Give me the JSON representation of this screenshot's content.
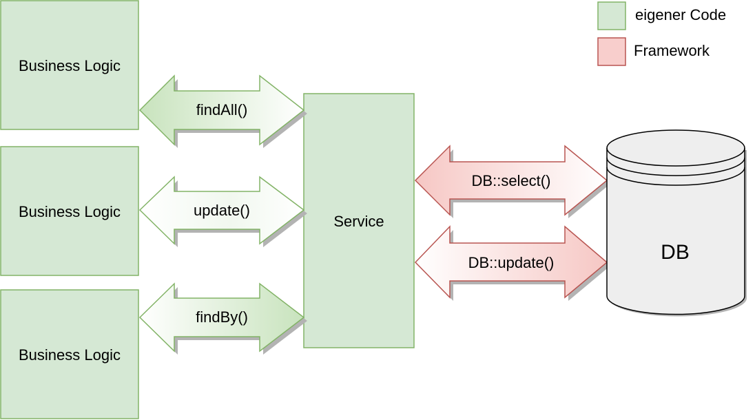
{
  "legend": {
    "own_code": {
      "label": "eigener Code",
      "fill": "#d5e8d4",
      "stroke": "#82b366"
    },
    "framework": {
      "label": "Framework",
      "fill": "#f8cecc",
      "stroke": "#b85450"
    }
  },
  "business_logic": [
    {
      "label": "Business Logic"
    },
    {
      "label": "Business Logic"
    },
    {
      "label": "Business Logic"
    }
  ],
  "service": {
    "label": "Service"
  },
  "database": {
    "label": "DB"
  },
  "calls": {
    "find_all": {
      "label": "findAll()"
    },
    "update": {
      "label": "update()"
    },
    "find_by": {
      "label": "findBy()"
    },
    "db_select": {
      "label": "DB::select()"
    },
    "db_update": {
      "label": "DB::update()"
    }
  },
  "colors": {
    "green_fill": "#d5e8d4",
    "green_stroke": "#82b366",
    "red_fill": "#f8cecc",
    "red_stroke": "#b85450",
    "db_fill": "#eeeeee",
    "db_stroke": "#000000",
    "shadow": "#b3b3b3"
  }
}
